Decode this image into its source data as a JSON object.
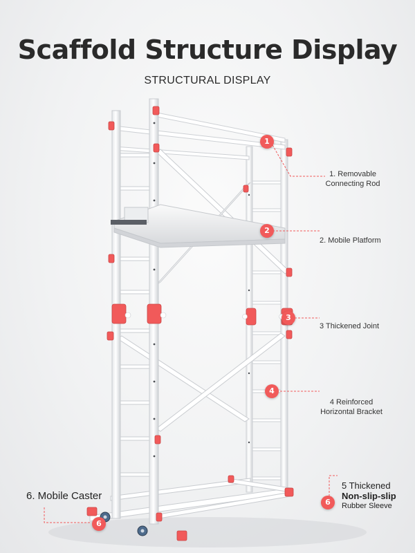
{
  "header": {
    "title": "Scaffold Structure Display",
    "subtitle": "STRUCTURAL DISPLAY"
  },
  "colors": {
    "accent": "#f15a5a",
    "frame": "#ffffff",
    "frame_shadow": "#c9ccd0"
  },
  "callouts": [
    {
      "number": "1",
      "lines": [
        "1. Removable",
        "Connecting Rod"
      ]
    },
    {
      "number": "2",
      "lines": [
        "2. Mobile Platform"
      ]
    },
    {
      "number": "3",
      "lines": [
        "3 Thickened Joint"
      ]
    },
    {
      "number": "4",
      "lines": [
        "4 Reinforced",
        "Horizontal Bracket"
      ]
    },
    {
      "number": "6",
      "lines": [
        "5 Thickened",
        "Non-slip-slip",
        "Rubber Sleeve"
      ]
    },
    {
      "number": "6",
      "lines": [
        "6. Mobile Caster"
      ]
    }
  ]
}
